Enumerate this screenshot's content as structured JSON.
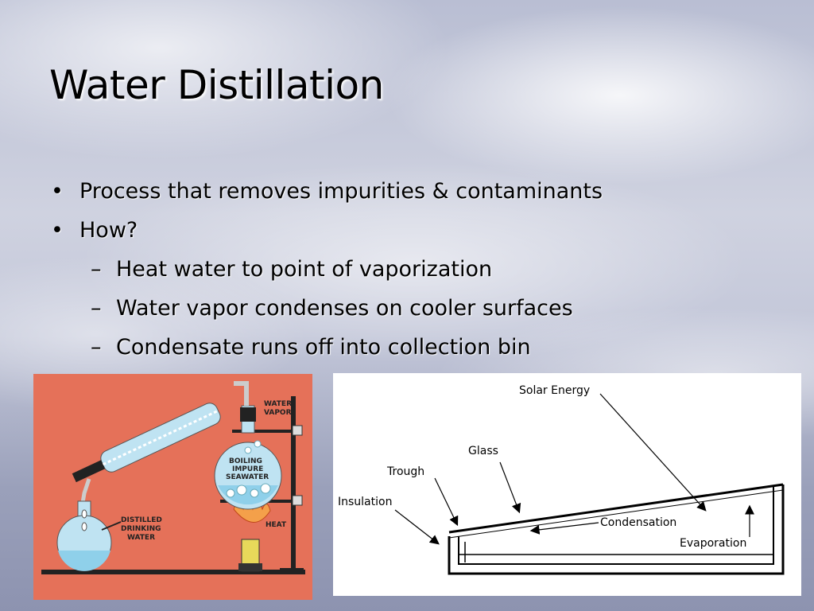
{
  "slide": {
    "title": "Water Distillation",
    "bullets": [
      {
        "text": "Process that removes impurities & contaminants"
      },
      {
        "text": "How?"
      }
    ],
    "sub_bullets": [
      {
        "text": "Heat water to point of vaporization"
      },
      {
        "text": "Water vapor condenses on cooler surfaces"
      },
      {
        "text": "Condensate runs off into collection bin"
      }
    ],
    "bullet_glyph": "•",
    "dash_glyph": "–"
  },
  "left_figure": {
    "labels": {
      "water_vapor_1": "WATER",
      "water_vapor_2": "VAPOR",
      "boiling_1": "BOILING",
      "boiling_2": "IMPURE",
      "boiling_3": "SEAWATER",
      "heat": "HEAT",
      "distilled_1": "DISTILLED",
      "distilled_2": "DRINKING",
      "distilled_3": "WATER"
    },
    "colors": {
      "background": "#e57159",
      "glass": "#bfe3f2",
      "water": "#8fd0ea"
    }
  },
  "right_figure": {
    "labels": {
      "solar_energy": "Solar Energy",
      "glass": "Glass",
      "trough": "Trough",
      "insulation": "Insulation",
      "condensation": "Condensation",
      "evaporation": "Evaporation"
    }
  }
}
